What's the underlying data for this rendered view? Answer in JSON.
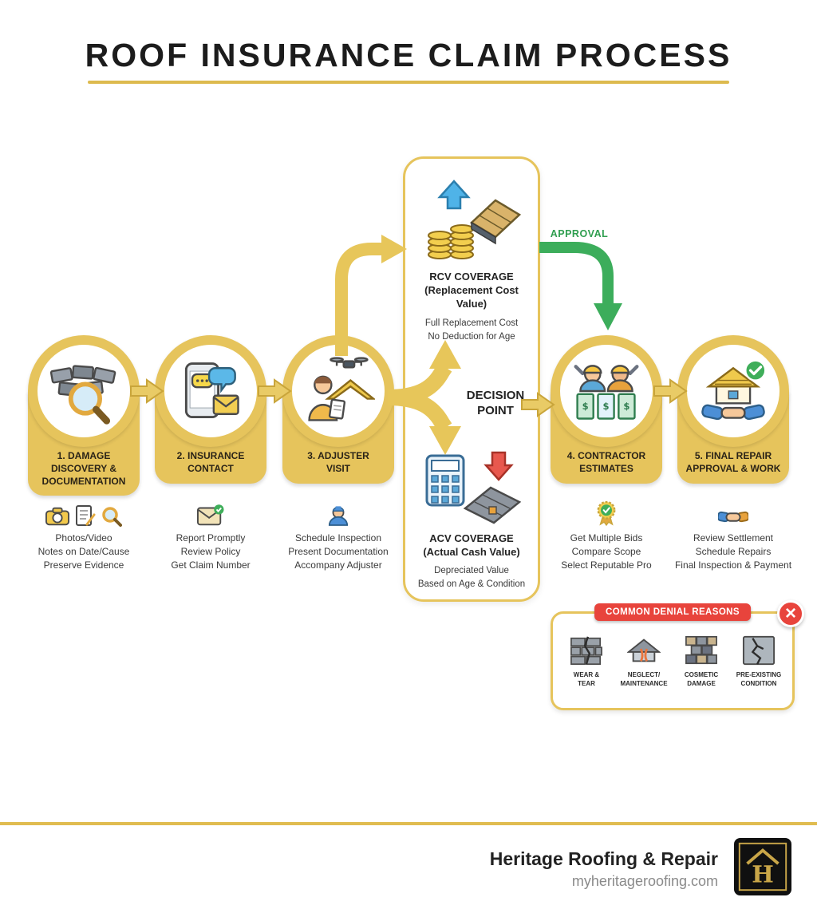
{
  "title": "ROOF INSURANCE CLAIM PROCESS",
  "steps": [
    {
      "label": "1. DAMAGE\nDISCOVERY &\nDOCUMENTATION",
      "details": [
        "Photos/Video",
        "Notes on Date/Cause",
        "Preserve Evidence"
      ]
    },
    {
      "label": "2. INSURANCE\nCONTACT",
      "details": [
        "Report Promptly",
        "Review Policy",
        "Get Claim Number"
      ]
    },
    {
      "label": "3. ADJUSTER\nVISIT",
      "details": [
        "Schedule Inspection",
        "Present Documentation",
        "Accompany Adjuster"
      ]
    },
    {
      "label": "4. CONTRACTOR\nESTIMATES",
      "details": [
        "Get Multiple Bids",
        "Compare Scope",
        "Select Reputable Pro"
      ]
    },
    {
      "label": "5. FINAL REPAIR\nAPPROVAL & WORK",
      "details": [
        "Review Settlement",
        "Schedule Repairs",
        "Final Inspection & Payment"
      ]
    }
  ],
  "decision": {
    "label": "DECISION\nPOINT",
    "approval_label": "APPROVAL",
    "rcv": {
      "title": "RCV COVERAGE\n(Replacement Cost\nValue)",
      "details": "Full Replacement Cost\nNo Deduction for Age"
    },
    "acv": {
      "title": "ACV COVERAGE\n(Actual Cash Value)",
      "details": "Depreciated Value\nBased on Age & Condition"
    }
  },
  "denial": {
    "title": "COMMON DENIAL REASONS",
    "close_glyph": "×",
    "reasons": [
      {
        "label": "WEAR &\nTEAR"
      },
      {
        "label": "NEGLECT/\nMAINTENANCE"
      },
      {
        "label": "COSMETIC\nDAMAGE"
      },
      {
        "label": "PRE-EXISTING\nCONDITION"
      }
    ]
  },
  "footer": {
    "company": "Heritage Roofing & Repair",
    "website": "myheritageroofing.com"
  },
  "colors": {
    "gold": "#E6C45C",
    "green": "#3CAD5B",
    "red": "#E8443C"
  }
}
